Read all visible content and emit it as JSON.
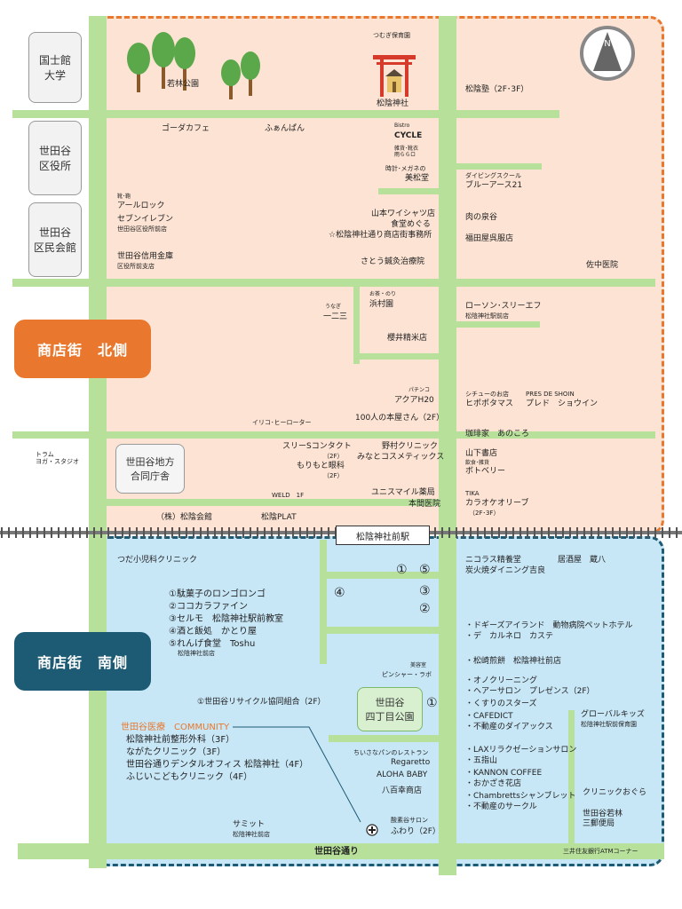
{
  "colors": {
    "north_fill": "#fce3d3",
    "north_border": "#e9782e",
    "south_fill": "#c7e6f6",
    "south_border": "#1d5a73",
    "road": "#b7e09a",
    "north_badge": "#e9782e",
    "south_badge": "#1d5a73",
    "community": "#e9782e",
    "railway": "#777777"
  },
  "left_boxes": {
    "kokushikan": "国士館\n大学",
    "ward_office": "世田谷\n区役所",
    "civic_hall": "世田谷\n区民会館",
    "gov_office": "世田谷地方\n合同庁舎"
  },
  "badges": {
    "north": "商店街　北側",
    "south": "商店街　南側"
  },
  "station": "松陰神社前駅",
  "street": "世田谷通り",
  "compass": "N",
  "north": {
    "tsumugi": "つむぎ保育園",
    "wakabayashi_park": "若林公園",
    "shrine": "松陰神社",
    "shoinjuku": "松陰塾（2F･3F）",
    "gouda": "ゴーダカフェ",
    "fuanpan": "ふぁんぱん",
    "bistro_small": "Bistro",
    "bistro": "CYCLE",
    "bistro_sub": "雑貨･靴衣\n雨ららロ",
    "tokei": "時計･メガネの",
    "bishodo": "美松堂",
    "diving": "ダイビングスクール",
    "blueearth": "ブルーアース21",
    "alrock_small": "靴･鞄",
    "alrock": "アールロック",
    "seven": "セブンイレブン",
    "seven_sub": "世田谷区役所前店",
    "yamamoto": "山本ワイシャツ店",
    "shokudo": "食堂めぐる",
    "union": "☆松陰神社通り商店街事務所",
    "nikunoizumi": "肉の泉谷",
    "fukudaya": "福田屋呉服店",
    "shinkin": "世田谷信用金庫",
    "shinkin_sub": "区役所前支店",
    "sato": "さとう鍼灸治療院",
    "sanaka": "佐中医院",
    "ocha_small": "お茶・のり",
    "hamamura": "浜村園",
    "unagi_small": "うなぎ",
    "ichinisan": "一二三",
    "lawson": "ローソン･スリーエフ",
    "lawson_sub": "松陰神社駅前店",
    "sakurai": "櫻井精米店",
    "pachinko_small": "パチンコ",
    "aqua": "アクアH20",
    "stew_small": "シチューのお店",
    "hiposapotamasu": "ヒポポタマス",
    "pres_small": "PRES DE SHOIN",
    "pres": "プレド　ショウイン",
    "iriko": "イリコ･ヒーローター",
    "hyakunin": "100人の本屋さん（2F）",
    "akonokoro": "珈琲家　あのころ",
    "three_s": "スリーSコンタクト",
    "three_s_floor": "（2F）",
    "nomura": "野村クリニック",
    "minato": "みなとコスメティックス",
    "yamashita": "山下書店",
    "botberry_small": "飲食･雑貨",
    "botberry": "ボトベリー",
    "morimoto": "もりもと眼科",
    "morimoto_floor": "（2F）",
    "weld": "WELD　1F",
    "unismile": "ユニスマイル薬局",
    "honma": "本間医院",
    "tika_small": "TIKA",
    "karaoke": "カラオケオリーブ",
    "karaoke_floor": "（2F･3F）",
    "shoinkaikan": "（株）松陰会館",
    "shoinplat": "松陰PLAT"
  },
  "south": {
    "tsuda": "つだ小児科クリニック",
    "nicolas": "ニコラス精養堂",
    "sumibiyaki": "炭火焼ダイニング吉良",
    "izakaya": "居酒屋　蔵八",
    "list1": "①駄菓子のロンゴロンゴ",
    "list2": "②ココカラファイン",
    "list3": "③セルモ　松陰神社駅前教室",
    "list4": "④酒と飯処　かとり屋",
    "list5": "⑤れんげ食堂　Toshu",
    "list5_sub": "松陰神社前店",
    "n1": "①",
    "n5": "⑤",
    "n4": "④",
    "n3": "③",
    "n2": "②",
    "n1b": "①",
    "dogees": "・ドギーズアイランド　動物病院ペットホテル",
    "decarne": "・デ　カルネロ　カステ",
    "biyoushitsu_small": "美容室",
    "pincher": "ピンシャー・ラボ",
    "matsuzaki": "・松崎煎餅　松陰神社前店",
    "recycle": "①世田谷リサイクル協同組合（2F）",
    "park": "世田谷\n四丁目公園",
    "ono": "・オノクリーニング",
    "presence": "・ヘアーサロン　プレゼンス（2F）",
    "kusuri": "・くすりのスターズ",
    "cafedict": "・CAFEDICT",
    "dianox": "・不動産のダイアックス",
    "globalkids": "グローバルキッズ",
    "globalkids_sub": "松陰神社駅前保育園",
    "community": "世田谷医療　COMMUNITY",
    "c1": "松陰神社前整形外科（3F）",
    "c2": "ながたクリニック（3F）",
    "c3": "世田谷通りデンタルオフィス 松陰神社（4F）",
    "c4": "ふじいこどもクリニック（4F）",
    "pan_small": "ちいさなパンのレストラン",
    "regaretto": "Regaretto",
    "aloha": "ALOHA BABY",
    "yaoko": "八百幸商店",
    "lax": "・LAXリラクゼーションサロン",
    "gochi": "・五指山",
    "kannon": "・KANNON COFFEE",
    "okagesama": "・おかざき花店",
    "chambretts": "・Chambrettsシャンブレット",
    "circle": "・不動産のサークル",
    "ogura": "クリニックおぐら",
    "wakabayashi_post": "世田谷若林\n三郵便局",
    "summit": "サミット",
    "summit_sub": "松陰神社前店",
    "salon_small": "酸素谷サロン",
    "fuwari": "ふわり（2F）",
    "mitsui": "三井住友銀行ATMコーナー"
  },
  "west": {
    "tram": "トラム\nヨガ・スタジオ"
  }
}
